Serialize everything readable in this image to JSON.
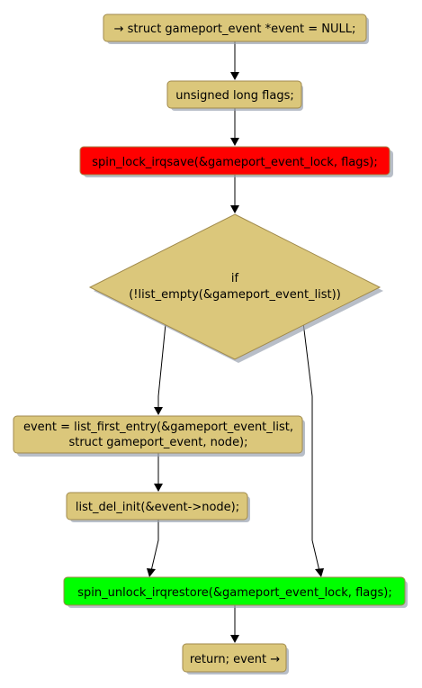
{
  "colors": {
    "default_fill": "#dbc77b",
    "red_fill": "#ff0000",
    "green_fill": "#00ff00",
    "border": "#a08a4c"
  },
  "nodes": {
    "start": {
      "label": "→ struct gameport_event *event = NULL;"
    },
    "flags": {
      "label": "unsigned long flags;"
    },
    "lock": {
      "label": "spin_lock_irqsave(&gameport_event_lock, flags);"
    },
    "condition": {
      "line1": "if",
      "line2": "(!list_empty(&gameport_event_list))"
    },
    "first_entry": {
      "line1": "event = list_first_entry(&gameport_event_list,",
      "line2": "struct gameport_event, node);"
    },
    "del_init": {
      "label": "list_del_init(&event->node);"
    },
    "unlock": {
      "label": "spin_unlock_irqrestore(&gameport_event_lock, flags);"
    },
    "return": {
      "label": "return; event →"
    }
  }
}
